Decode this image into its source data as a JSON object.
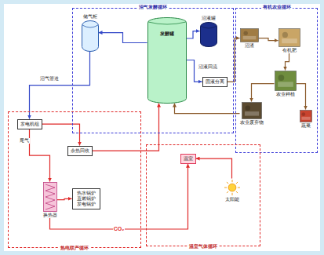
{
  "diagram": {
    "nodes": [
      {
        "text": [
          "沼气发酵循环"
        ]
      },
      {
        "text": [
          "储气柜"
        ],
        "in": 0
      },
      {
        "text": [
          "发酵罐"
        ],
        "in": 0
      },
      {
        "text": [
          "沼液罐"
        ],
        "in": 0
      },
      {
        "text": [
          "固液分离"
        ],
        "in": 0
      },
      {
        "text": [
          "有机农业循环"
        ]
      },
      {
        "text": [
          "沼渣"
        ],
        "in": 5
      },
      {
        "text": [
          "有机肥"
        ],
        "in": 5
      },
      {
        "text": [
          "农业种植"
        ],
        "in": 5
      },
      {
        "text": [
          "蔬菜"
        ],
        "in": 5
      },
      {
        "text": [
          "农业废弃物"
        ],
        "in": 5
      },
      {
        "text": [
          "热电联产循环"
        ]
      },
      {
        "text": [
          "发电机组"
        ],
        "in": 11
      },
      {
        "text": [
          "余热回收"
        ],
        "in": 11
      },
      {
        "text": [
          "换热器"
        ],
        "in": 11
      },
      {
        "text": [
          "热水锅炉 直燃锅炉 发电锅炉"
        ],
        "in": 11
      },
      {
        "text": [
          "温室气体循环"
        ]
      },
      {
        "text": [
          "温室"
        ],
        "in": 16
      },
      {
        "text": [
          "太阳能"
        ],
        "in": 16
      }
    ],
    "edges": [
      {
        "from": 2,
        "to": 1,
        "arrow": "to"
      },
      {
        "from": 1,
        "to": 12,
        "arrow": "to"
      },
      {
        "from": 2,
        "to": 3,
        "arrow": "to"
      },
      {
        "from": 2,
        "to": 4,
        "arrow": "to"
      },
      {
        "from": 4,
        "to": 6,
        "arrow": "to"
      },
      {
        "from": 6,
        "to": 7,
        "arrow": "to"
      },
      {
        "from": 7,
        "to": 8,
        "arrow": "to"
      },
      {
        "from": 8,
        "to": 9,
        "arrow": "to"
      },
      {
        "from": 8,
        "to": 10,
        "arrow": "to"
      },
      {
        "from": 10,
        "to": 2,
        "arrow": "to"
      },
      {
        "from": 12,
        "to": 14,
        "arrow": "to"
      },
      {
        "from": 14,
        "to": 15,
        "arrow": "to"
      },
      {
        "from": 12,
        "to": 13,
        "arrow": "to"
      },
      {
        "from": 13,
        "to": 2,
        "arrow": "to"
      },
      {
        "from": 14,
        "to": 17,
        "label": "CO₂",
        "arrow": "to"
      },
      {
        "from": 18,
        "to": 17,
        "arrow": "to"
      }
    ],
    "labels": [
      "沼气管道",
      "尾气",
      "沼液回流"
    ]
  }
}
